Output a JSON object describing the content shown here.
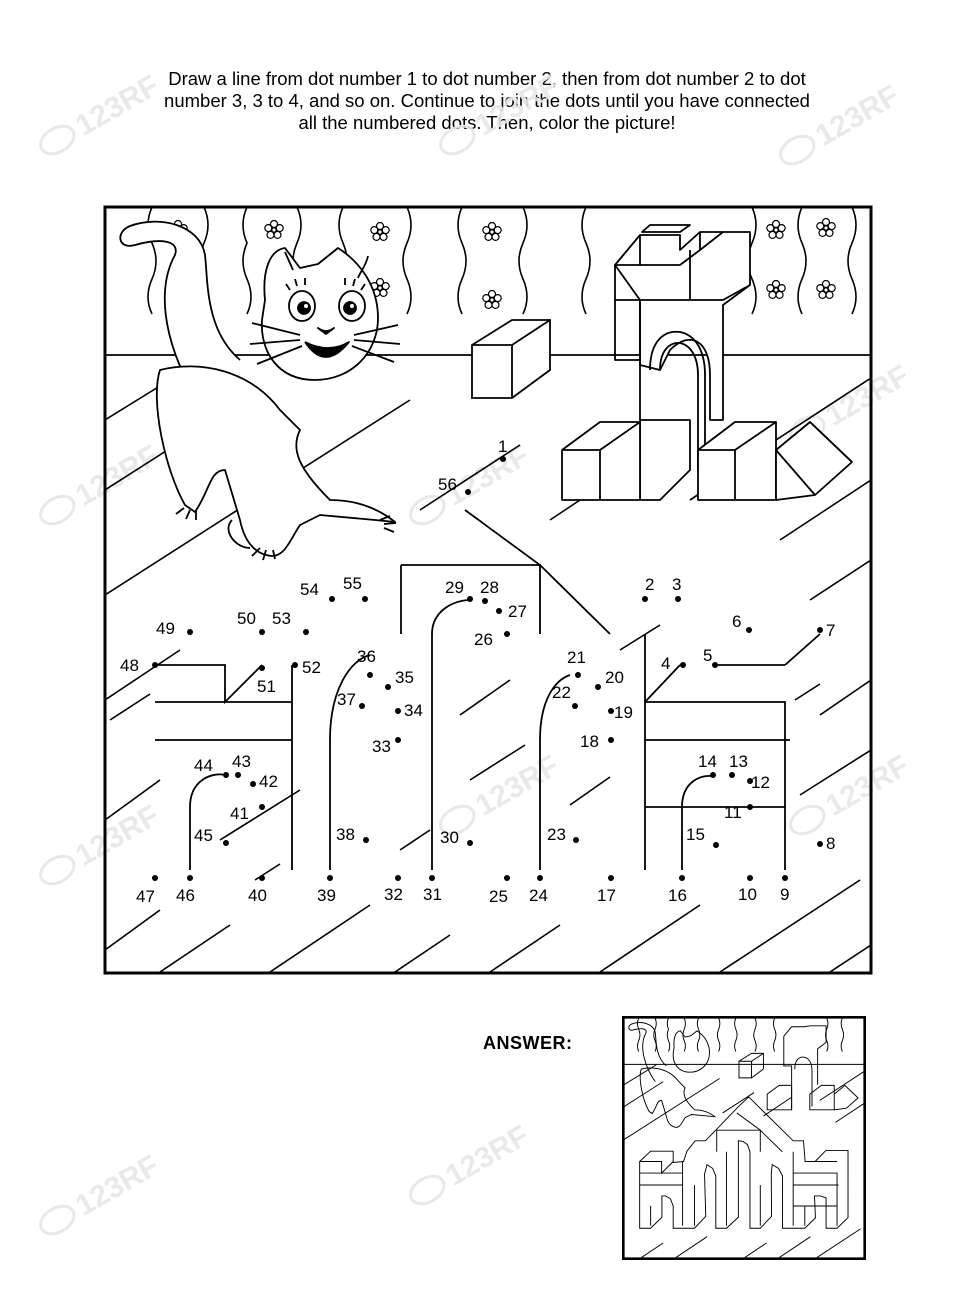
{
  "instructions": {
    "line1": "Draw a line from dot number 1 to dot number 2, then from dot number 2 to dot",
    "line2": "number 3, 3 to 4, and so on. Continue to join the dots until you have connected",
    "line3": "all the numbered dots. Then, color the picture!"
  },
  "answer_label": "ANSWER:",
  "watermark_text": "123RF",
  "colors": {
    "ink": "#000000",
    "paper": "#ffffff",
    "watermark": "#e6e6e6"
  },
  "dots": [
    {
      "n": "1"
    },
    {
      "n": "2"
    },
    {
      "n": "3"
    },
    {
      "n": "4"
    },
    {
      "n": "5"
    },
    {
      "n": "6"
    },
    {
      "n": "7"
    },
    {
      "n": "8"
    },
    {
      "n": "9"
    },
    {
      "n": "10"
    },
    {
      "n": "11"
    },
    {
      "n": "12"
    },
    {
      "n": "13"
    },
    {
      "n": "14"
    },
    {
      "n": "15"
    },
    {
      "n": "16"
    },
    {
      "n": "17"
    },
    {
      "n": "18"
    },
    {
      "n": "19"
    },
    {
      "n": "20"
    },
    {
      "n": "21"
    },
    {
      "n": "22"
    },
    {
      "n": "23"
    },
    {
      "n": "24"
    },
    {
      "n": "25"
    },
    {
      "n": "26"
    },
    {
      "n": "27"
    },
    {
      "n": "28"
    },
    {
      "n": "29"
    },
    {
      "n": "30"
    },
    {
      "n": "31"
    },
    {
      "n": "32"
    },
    {
      "n": "33"
    },
    {
      "n": "34"
    },
    {
      "n": "35"
    },
    {
      "n": "36"
    },
    {
      "n": "37"
    },
    {
      "n": "38"
    },
    {
      "n": "39"
    },
    {
      "n": "40"
    },
    {
      "n": "41"
    },
    {
      "n": "42"
    },
    {
      "n": "43"
    },
    {
      "n": "44"
    },
    {
      "n": "45"
    },
    {
      "n": "46"
    },
    {
      "n": "47"
    },
    {
      "n": "48"
    },
    {
      "n": "49"
    },
    {
      "n": "50"
    },
    {
      "n": "51"
    },
    {
      "n": "52"
    },
    {
      "n": "53"
    },
    {
      "n": "54"
    },
    {
      "n": "55"
    },
    {
      "n": "56"
    }
  ]
}
